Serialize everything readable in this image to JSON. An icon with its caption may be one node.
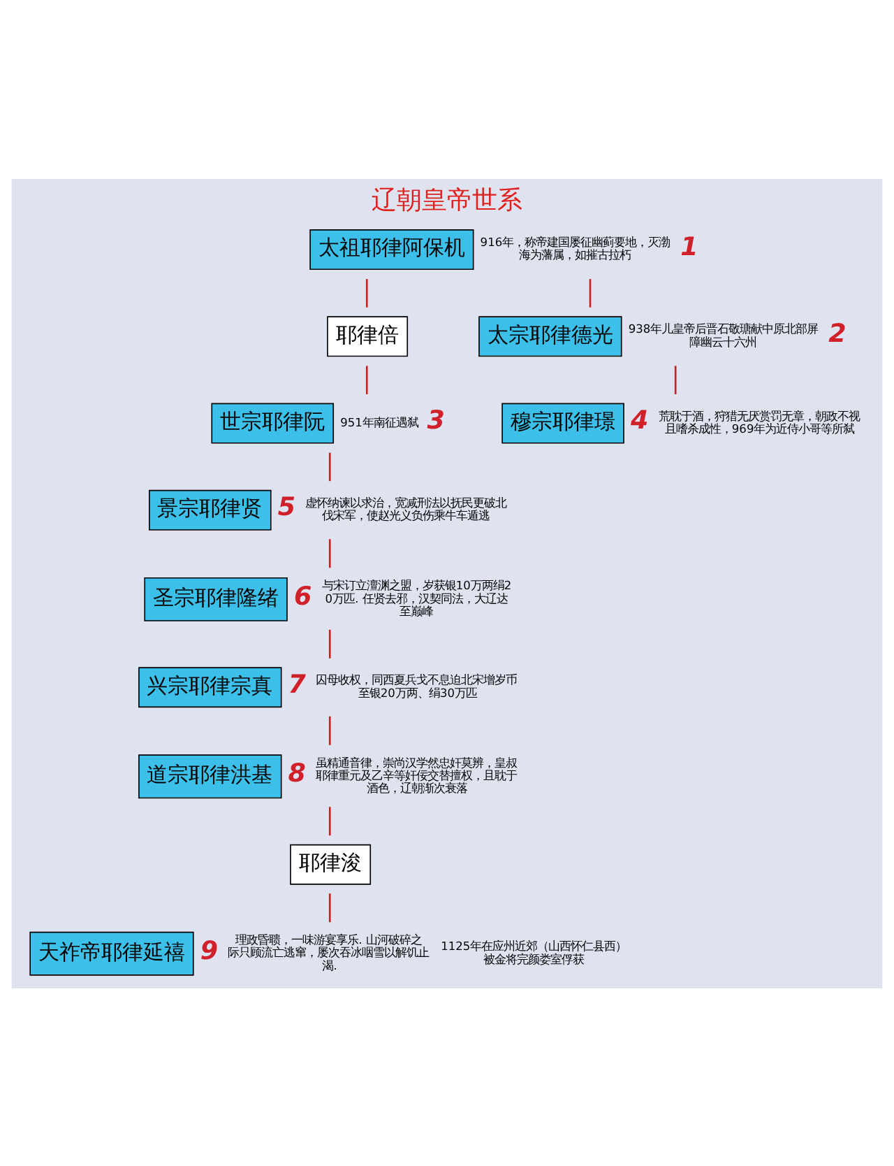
{
  "diagram": {
    "title": "辽朝皇帝世系",
    "nodes": [
      {
        "text": [
          "太祖耶律阿保机"
        ],
        "beside": [
          "916年，称帝建国屡征幽蓟要地，灭渤海为藩属，如摧古拉朽",
          "1"
        ]
      },
      {
        "text": [
          "耶律倍"
        ]
      },
      {
        "text": [
          "太宗耶律德光"
        ],
        "beside": [
          "938年儿皇帝后晋石敬瑭献中原北部屏障幽云十六州",
          "2"
        ]
      },
      {
        "text": [
          "世宗耶律阮"
        ],
        "beside": [
          "951年南征遇弑",
          "3"
        ]
      },
      {
        "text": [
          "穆宗耶律璟"
        ],
        "beside": [
          "4",
          "荒耽于酒，狩猎无厌赏罚无章，朝政不视且嗜杀成性，969年为近侍小哥等所弑"
        ]
      },
      {
        "text": [
          "景宗耶律贤"
        ],
        "beside": [
          "5",
          "虚怀纳谏以求治，宽减刑法以抚民更破北伐宋军，使赵光义负伤乘牛车遁逃"
        ]
      },
      {
        "text": [
          "圣宗耶律隆绪"
        ],
        "beside": [
          "6",
          "与宋订立澶渊之盟，岁获银10万两绢20万匹. 任贤去邪，汉契同法，大辽达至巅峰"
        ]
      },
      {
        "text": [
          "兴宗耶律宗真"
        ],
        "beside": [
          "7",
          "囚母收权，同西夏兵戈不息迫北宋增岁币至银20万两、绢30万匹"
        ]
      },
      {
        "text": [
          "道宗耶律洪基"
        ],
        "beside": [
          "8",
          "虽精通音律，崇尚汉学然忠奸莫辨，皇叔耶律重元及乙辛等奸佞交替擅权，且耽于酒色，辽朝渐次衰落"
        ]
      },
      {
        "text": [
          "耶律浚"
        ]
      },
      {
        "text": [
          "天祚帝耶律延禧"
        ],
        "beside": [
          "9",
          "理政昏聩，一味游宴享乐. 山河破碎之际只顾流亡逃窜，屡次吞冰咽雪以解饥止渴.",
          "1125年在应州近郊（山西怀仁县西）被金将完颜娄室俘获"
        ]
      }
    ],
    "edges": [
      {
        "from": 0,
        "to": 1,
        "arrow": "none"
      },
      {
        "from": 0,
        "to": 2,
        "arrow": "none"
      },
      {
        "from": 1,
        "to": 3,
        "arrow": "none"
      },
      {
        "from": 2,
        "to": 4,
        "arrow": "none"
      },
      {
        "from": 3,
        "to": 5,
        "arrow": "none"
      },
      {
        "from": 5,
        "to": 6,
        "arrow": "none"
      },
      {
        "from": 6,
        "to": 7,
        "arrow": "none"
      },
      {
        "from": 7,
        "to": 8,
        "arrow": "none"
      },
      {
        "from": 8,
        "to": 9,
        "arrow": "none"
      },
      {
        "from": 9,
        "to": 10,
        "arrow": "none"
      }
    ]
  }
}
